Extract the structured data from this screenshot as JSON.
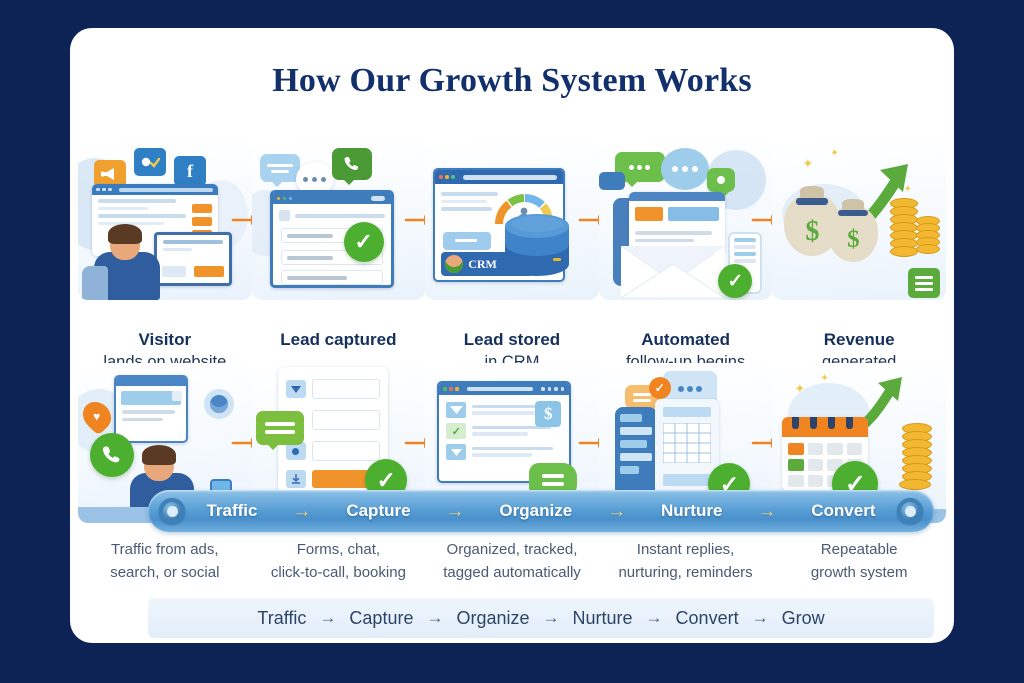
{
  "page": {
    "background_color": "#0d2355",
    "card_color": "#ffffff",
    "title": "How Our Growth System Works",
    "accent_orange": "#ef8421",
    "accent_green": "#4caf2f",
    "accent_blue": "#2f6fba",
    "title_color": "#12306b",
    "pipeline_arrow_color": "#f0d282"
  },
  "top_steps": [
    {
      "title": "Visitor",
      "subtitle": "lands on website",
      "illustration": "person-at-desk-with-social-icons"
    },
    {
      "title": "Lead captured",
      "subtitle": "",
      "illustration": "form-window-with-checkmark-and-chat"
    },
    {
      "title": "Lead stored",
      "subtitle": "in CRM",
      "illustration": "crm-dashboard-with-database"
    },
    {
      "title": "Automated",
      "subtitle": "follow-up begins",
      "illustration": "email-envelope-with-chat-bubbles"
    },
    {
      "title": "Revenue",
      "subtitle": "generated",
      "illustration": "money-bags-coins-growth-arrow"
    }
  ],
  "bottom_illustrations": [
    {
      "illustration": "person-on-phone-click-to-call"
    },
    {
      "illustration": "form-fields-with-submit-button"
    },
    {
      "illustration": "organized-tagged-list-view"
    },
    {
      "illustration": "phone-reminders-and-calendar"
    },
    {
      "illustration": "calendar-coins-growth-check"
    }
  ],
  "pipeline": {
    "steps": [
      "Traffic",
      "Capture",
      "Organize",
      "Nurture",
      "Convert"
    ],
    "arrow": "→",
    "left_knob": "pipeline-start-knob",
    "right_knob": "pipeline-end-knob"
  },
  "captions": [
    {
      "line1": "Traffic from ads,",
      "line2": "search, or social"
    },
    {
      "line1": "Forms, chat,",
      "line2": "click-to-call, booking"
    },
    {
      "line1": "Organized, tracked,",
      "line2": "tagged automatically"
    },
    {
      "line1": "Instant replies,",
      "line2": "nurturing, reminders"
    },
    {
      "line1": "Repeatable",
      "line2": "growth system"
    }
  ],
  "footer_chain": {
    "steps": [
      "Traffic",
      "Capture",
      "Organize",
      "Nurture",
      "Convert",
      "Grow"
    ],
    "arrow": "→"
  },
  "icons": {
    "checkmark": "✓",
    "dollar": "$",
    "facebook": "f",
    "phone": "☎",
    "megaphone": "📣"
  }
}
